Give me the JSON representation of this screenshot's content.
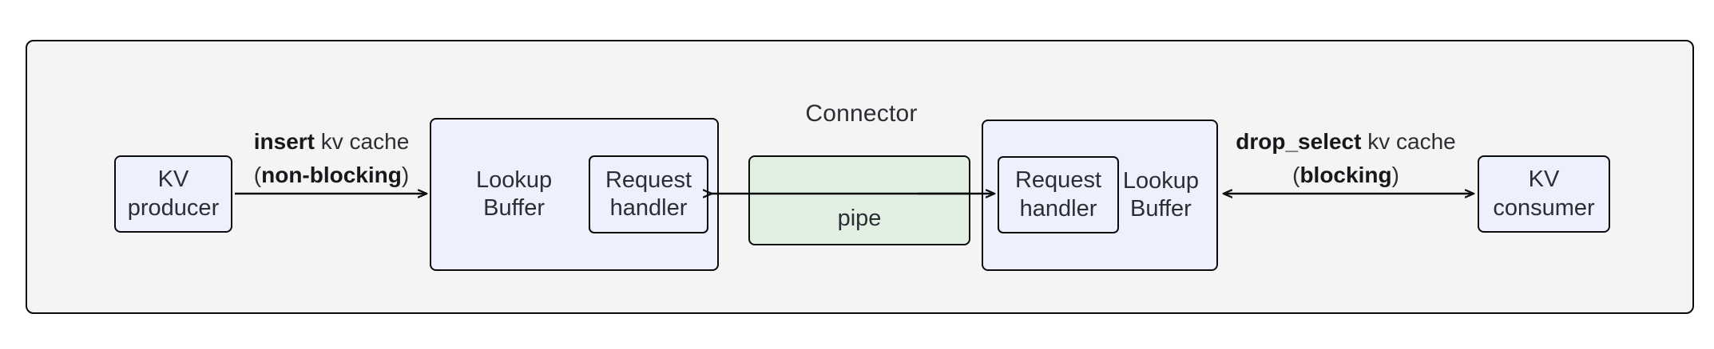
{
  "diagram": {
    "title": "Connector",
    "colors": {
      "container_bg": "#f4f4f4",
      "node_bg": "#edf1fd",
      "pipe_bg": "#e2f0e3",
      "stroke": "#0b0b0b",
      "text": "#2c2e33"
    },
    "nodes": {
      "kv_producer": "KV\nproducer",
      "lookup_buffer_left": "Lookup\nBuffer",
      "request_handler_left": "Request\nhandler",
      "pipe": "pipe",
      "request_handler_right": "Request\nhandler",
      "lookup_buffer_right": "Lookup\nBuffer",
      "kv_consumer": "KV\nconsumer"
    },
    "edges": {
      "insert": {
        "line1_bold": "insert",
        "line1_rest": " kv cache",
        "line2_prefix": "(",
        "line2_bold": "non-blocking",
        "line2_suffix": ")",
        "direction": "right"
      },
      "drop_select": {
        "line1_bold": "drop_select",
        "line1_rest": " kv cache",
        "line2_prefix": "(",
        "line2_bold": "blocking",
        "line2_suffix": ")",
        "direction": "both"
      },
      "pipe_to_left_buffer": {
        "direction": "left"
      },
      "pipe_to_right_buffer": {
        "direction": "right"
      }
    }
  }
}
